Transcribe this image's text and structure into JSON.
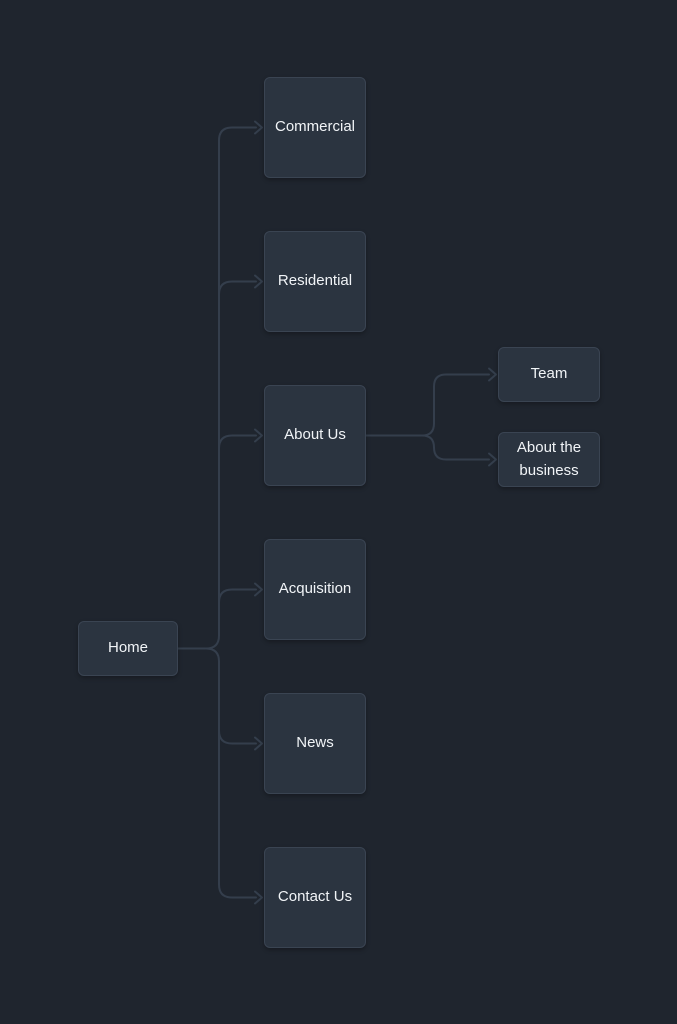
{
  "diagram": {
    "type": "sitemap-flowchart",
    "nodes": [
      {
        "id": "home",
        "label": "Home"
      },
      {
        "id": "commercial",
        "label": "Commercial"
      },
      {
        "id": "residential",
        "label": "Residential"
      },
      {
        "id": "about-us",
        "label": "About Us"
      },
      {
        "id": "acquisition",
        "label": "Acquisition"
      },
      {
        "id": "news",
        "label": "News"
      },
      {
        "id": "contact-us",
        "label": "Contact Us"
      },
      {
        "id": "team",
        "label": "Team"
      },
      {
        "id": "about-the-business",
        "label": "About the business"
      }
    ],
    "edges": [
      {
        "from": "home",
        "to": "commercial"
      },
      {
        "from": "home",
        "to": "residential"
      },
      {
        "from": "home",
        "to": "about-us"
      },
      {
        "from": "home",
        "to": "acquisition"
      },
      {
        "from": "home",
        "to": "news"
      },
      {
        "from": "home",
        "to": "contact-us"
      },
      {
        "from": "about-us",
        "to": "team"
      },
      {
        "from": "about-us",
        "to": "about-the-business"
      }
    ]
  },
  "theme": {
    "bg": "#1f252e",
    "node_fill": "#2b3440",
    "node_border": "#3a4452",
    "connector": "#343e4c",
    "text": "#f1f4f7"
  }
}
